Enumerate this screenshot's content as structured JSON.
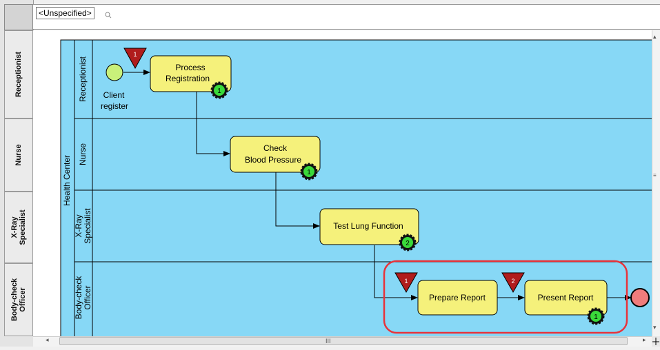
{
  "top_bar": {
    "unspecified_tag": "<Unspecified>"
  },
  "row_headers": [
    "Receptionist",
    "Nurse",
    "X-Ray\nSpecialist",
    "Body-check\nOfficer"
  ],
  "pool": {
    "label": "Health Center"
  },
  "lanes": [
    {
      "label": "Receptionist"
    },
    {
      "label": "Nurse"
    },
    {
      "label": "X-Ray\nSpecialist"
    },
    {
      "label": "Body-check\nOfficer"
    }
  ],
  "start_event": {
    "label": "Client\nregister"
  },
  "tasks": [
    {
      "label": "Process\nRegistration",
      "badge": "1"
    },
    {
      "label": "Check\nBlood Pressure",
      "badge": "1"
    },
    {
      "label": "Test Lung Function",
      "badge": "2"
    },
    {
      "label": "Prepare Report",
      "badge": ""
    },
    {
      "label": "Present Report",
      "badge": "1"
    }
  ],
  "markers": [
    "1",
    "1",
    "2"
  ],
  "scroll": {
    "grip": "III"
  },
  "colors": {
    "lane_fill": "#87d8f6",
    "task_fill": "#f5f17b",
    "start_fill": "#c9f07a",
    "end_fill": "#f07c7c",
    "badge_fill": "#3ad93a",
    "marker_fill": "#b01c1c",
    "highlight": "#e8333a"
  }
}
